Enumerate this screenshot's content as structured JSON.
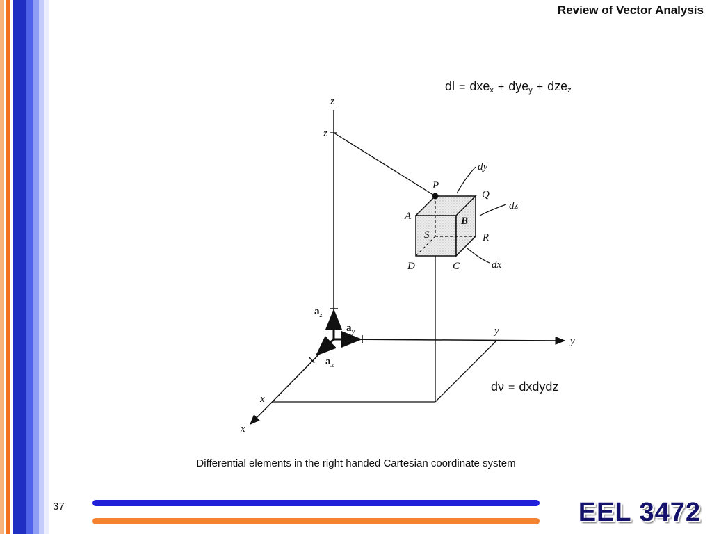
{
  "header": {
    "title": "Review of Vector Analysis"
  },
  "equations": {
    "dl": {
      "lhs": "dl",
      "eq": "=",
      "t1": "dxe",
      "s1": "x",
      "plus1": "+",
      "t2": "dye",
      "s2": "y",
      "plus2": "+",
      "t3": "dze",
      "s3": "z"
    },
    "dv": {
      "lhs": "dν",
      "eq": "=",
      "rhs": "dxdydz"
    }
  },
  "figure": {
    "axis_z_top": "z",
    "axis_z_mark": "z",
    "axis_y_end": "y",
    "axis_y_mark": "y",
    "axis_x_end": "x",
    "axis_x_mark": "x",
    "point_P": "P",
    "point_Q": "Q",
    "point_A": "A",
    "point_B": "B",
    "point_S": "S",
    "point_R": "R",
    "point_D": "D",
    "point_C": "C",
    "label_dy": "dy",
    "label_dz": "dz",
    "label_dx": "dx",
    "unit_az": "a",
    "unit_az_sub": "z",
    "unit_ay": "a",
    "unit_ay_sub": "y",
    "unit_ax": "a",
    "unit_ax_sub": "x"
  },
  "caption": "Differential elements in the right handed Cartesian coordinate system",
  "footer": {
    "page_number": "37",
    "course_code": "EEL 3472"
  },
  "colors": {
    "bar_orange": "#f37021",
    "bar_blue": "#1f2fc4",
    "bar_light": "#dfe4ff",
    "footer_blue": "#2020d8",
    "footer_orange": "#f4822f",
    "course_text": "#14126b"
  }
}
